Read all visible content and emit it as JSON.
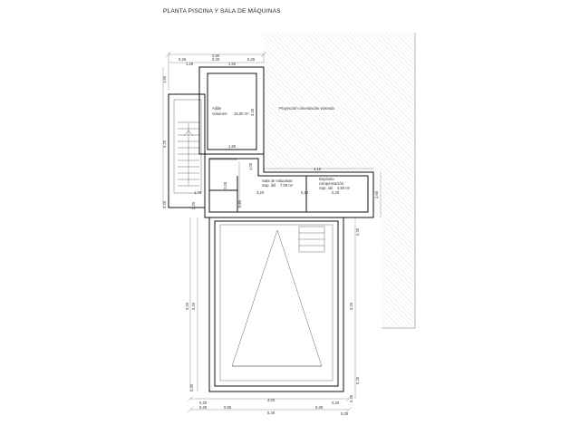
{
  "title": "PLANTA PISCINA Y SALA DE MÁQUINAS",
  "rooms": {
    "aljibe": {
      "name_line1": "Aljibe",
      "name_line2": "Volumen:",
      "value": "15,00 m³"
    },
    "sala_maquinas": {
      "name": "Sala de máquinas",
      "area_label": "Sup. útil",
      "area_value": "7,09 m²"
    },
    "deposito": {
      "name_line1": "Depósito",
      "name_line2": "compensación",
      "area_label": "Sup. útil",
      "area_value": "4,50 m²"
    }
  },
  "annotations": {
    "projection": "Proyección cimentación vivienda"
  },
  "dimensions": {
    "top_total": "3,90",
    "top_a": "0,20",
    "top_b": "0,25",
    "top_c": "1,20",
    "top_d": "1,60",
    "top_e": "0,25",
    "left_stair_top": "1,60",
    "left_stair_mid": "3,20",
    "left_outer": "3,20",
    "stair_width": "1,70",
    "aljibe_height": "3,20",
    "aljibe_bottom": "1,60",
    "corridor_a": "1,00",
    "corridor_b": "2,00",
    "corridor_c": "0,80",
    "sala_width": "4,10",
    "sala_inner": "3,20",
    "deposito_width": "2,20",
    "wall_thin": "0,20",
    "right_height": "2,60",
    "right_side": "0,25",
    "right_pool_top": "0,25",
    "pool_length": "3,20",
    "pool_left_a": "0,25",
    "pool_left_b": "3,20",
    "pool_left_c": "0,20",
    "pool_right_bottom": "0,25",
    "bottom_total": "5,40",
    "bottom_inner": "4,00",
    "bottom_left_a": "0,20",
    "bottom_left_b": "0,25",
    "bottom_left_c": "0,55",
    "bottom_right_a": "0,35",
    "bottom_right_b": "0,20",
    "bottom_right_c": "0,25"
  }
}
